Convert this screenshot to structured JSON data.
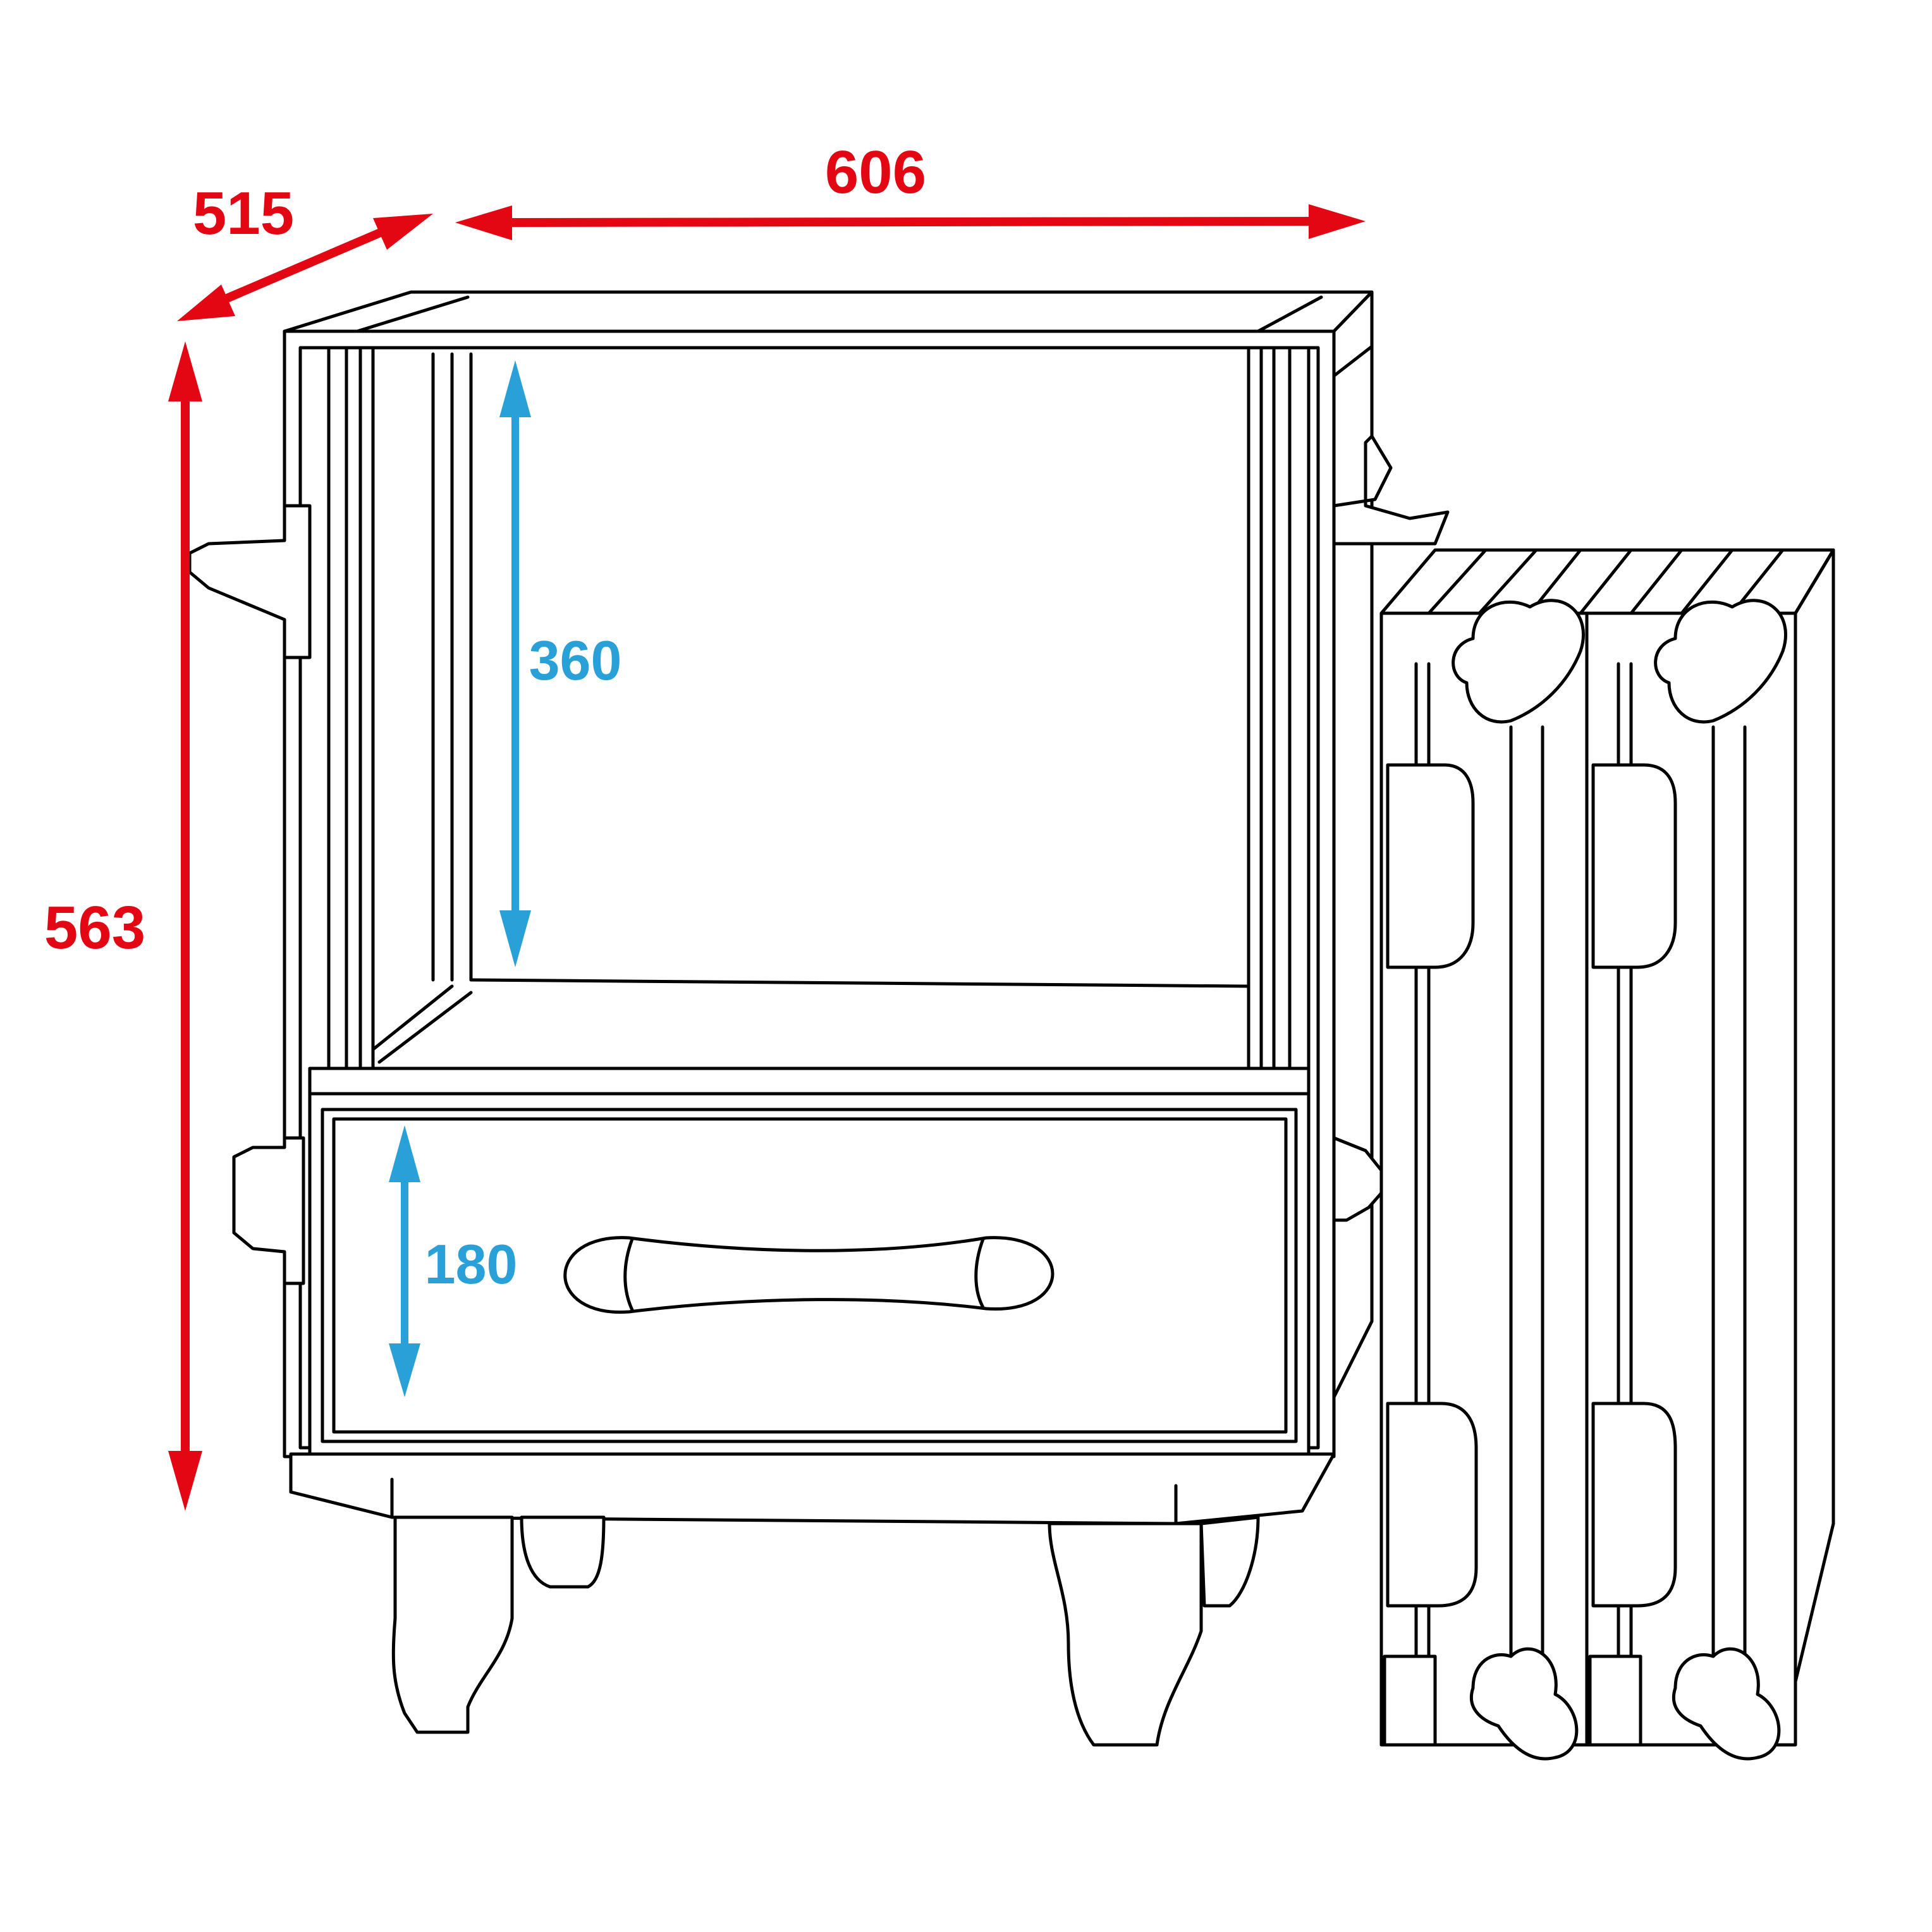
{
  "dimensions": {
    "width": "606",
    "depth": "515",
    "height": "563",
    "upper_compartment_height": "360",
    "drawer_height": "180"
  },
  "colors": {
    "outer_dimension": "#e30613",
    "inner_dimension": "#2aa0d8",
    "outline": "#000000"
  }
}
